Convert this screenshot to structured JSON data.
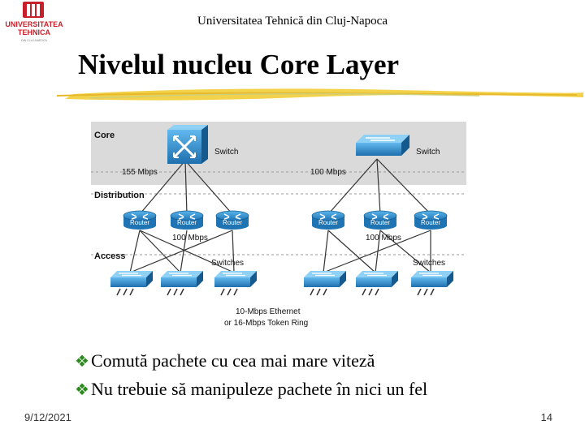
{
  "header": {
    "institution": "Universitatea Tehnică din Cluj-Napoca",
    "logo_line1": "UNIVERSITATEA",
    "logo_line2": "TEHNICA",
    "logo_line3": "DIN CLUJ-NAPOCA"
  },
  "slide": {
    "title": "Nivelul nucleu Core Layer"
  },
  "diagram": {
    "layers": [
      "Core",
      "Distribution",
      "Access"
    ],
    "core_switch_label_left": "Switch",
    "core_switch_label_right": "Switch",
    "link_speed_left": "155 Mbps",
    "link_speed_right": "100 Mbps",
    "router_label": "Router",
    "dist_speed_left": "100 Mbps",
    "dist_speed_right": "100 Mbps",
    "switches_left": "Switches",
    "switches_right": "Switches",
    "footer_line1": "10-Mbps Ethernet",
    "footer_line2": "or 16-Mbps Token Ring"
  },
  "bullets": [
    "Comută pachete cu cea mai mare viteză",
    "Nu trebuie să manipuleze pachete în nici un fel"
  ],
  "footer": {
    "date": "9/12/2021",
    "page": "14"
  },
  "colors": {
    "brand_red": "#c8202a",
    "bullet_green": "#2d8a1f",
    "core_band": "#dadada",
    "device_blue": "#2f8fd0"
  }
}
